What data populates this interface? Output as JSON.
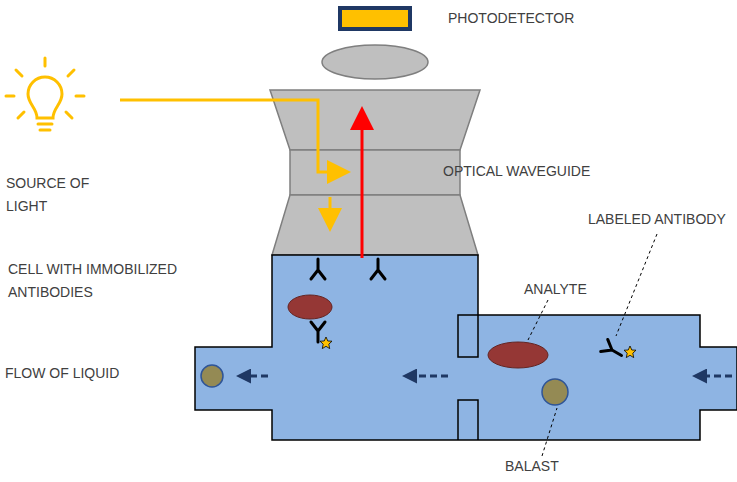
{
  "diagram": {
    "labels": [
      "PHOTODETECTOR",
      "SOURCE OF LIGHT",
      "OPTICAL WAVEGUIDE",
      "LABELED ANTIBODY",
      "CELL WITH IMMOBILIZED ANTIBODIES",
      "ANALYTE",
      "FLOW OF LIQUID",
      "BALAST"
    ]
  }
}
